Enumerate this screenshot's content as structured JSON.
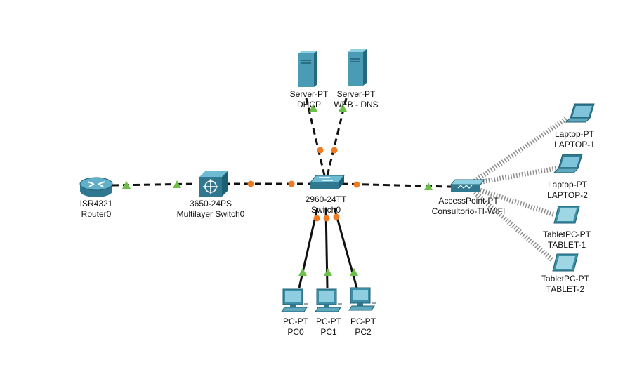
{
  "colors": {
    "background": "#ffffff",
    "link": "#111111",
    "link_up": "#6cc04a",
    "link_pending": "#f07a22",
    "wireless": "#8c8c8c",
    "device": "#3d8ea8",
    "device_dark": "#1f5f73"
  },
  "devices": [
    {
      "id": "router0",
      "icon": "router-icon",
      "model": "ISR4321",
      "name": "Router0"
    },
    {
      "id": "mlswitch0",
      "icon": "multilayer-switch-icon",
      "model": "3650-24PS",
      "name": "Multilayer Switch0"
    },
    {
      "id": "switch0",
      "icon": "switch-icon",
      "model": "2960-24TT",
      "name": "Switch0"
    },
    {
      "id": "server-dhcp",
      "icon": "server-icon",
      "model": "Server-PT",
      "name": "DHCP"
    },
    {
      "id": "server-web",
      "icon": "server-icon",
      "model": "Server-PT",
      "name": "WEB - DNS"
    },
    {
      "id": "ap0",
      "icon": "access-point-icon",
      "model": "AccessPoint-PT",
      "name": "Consultorio-TI-WIFI"
    },
    {
      "id": "laptop1",
      "icon": "laptop-icon",
      "model": "Laptop-PT",
      "name": "LAPTOP-1"
    },
    {
      "id": "laptop2",
      "icon": "laptop-icon",
      "model": "Laptop-PT",
      "name": "LAPTOP-2"
    },
    {
      "id": "tablet1",
      "icon": "tablet-icon",
      "model": "TabletPC-PT",
      "name": "TABLET-1"
    },
    {
      "id": "tablet2",
      "icon": "tablet-icon",
      "model": "TabletPC-PT",
      "name": "TABLET-2"
    },
    {
      "id": "pc0",
      "icon": "pc-icon",
      "model": "PC-PT",
      "name": "PC0"
    },
    {
      "id": "pc1",
      "icon": "pc-icon",
      "model": "PC-PT",
      "name": "PC1"
    },
    {
      "id": "pc2",
      "icon": "pc-icon",
      "model": "PC-PT",
      "name": "PC2"
    }
  ],
  "links": [
    {
      "from": "router0",
      "to": "mlswitch0",
      "cable": "copper-crossover",
      "status_from": "up",
      "status_to": "up"
    },
    {
      "from": "mlswitch0",
      "to": "switch0",
      "cable": "copper-crossover",
      "status_from": "pending",
      "status_to": "pending"
    },
    {
      "from": "switch0",
      "to": "server-dhcp",
      "cable": "copper-crossover",
      "status_from": "pending",
      "status_to": "up"
    },
    {
      "from": "switch0",
      "to": "server-web",
      "cable": "copper-crossover",
      "status_from": "pending",
      "status_to": "up"
    },
    {
      "from": "switch0",
      "to": "ap0",
      "cable": "copper-crossover",
      "status_from": "pending",
      "status_to": "up"
    },
    {
      "from": "switch0",
      "to": "pc0",
      "cable": "copper-straight",
      "status_from": "pending",
      "status_to": "up"
    },
    {
      "from": "switch0",
      "to": "pc1",
      "cable": "copper-straight",
      "status_from": "pending",
      "status_to": "up"
    },
    {
      "from": "switch0",
      "to": "pc2",
      "cable": "copper-straight",
      "status_from": "pending",
      "status_to": "up"
    },
    {
      "from": "ap0",
      "to": "laptop1",
      "cable": "wireless"
    },
    {
      "from": "ap0",
      "to": "laptop2",
      "cable": "wireless"
    },
    {
      "from": "ap0",
      "to": "tablet1",
      "cable": "wireless"
    },
    {
      "from": "ap0",
      "to": "tablet2",
      "cable": "wireless"
    }
  ]
}
